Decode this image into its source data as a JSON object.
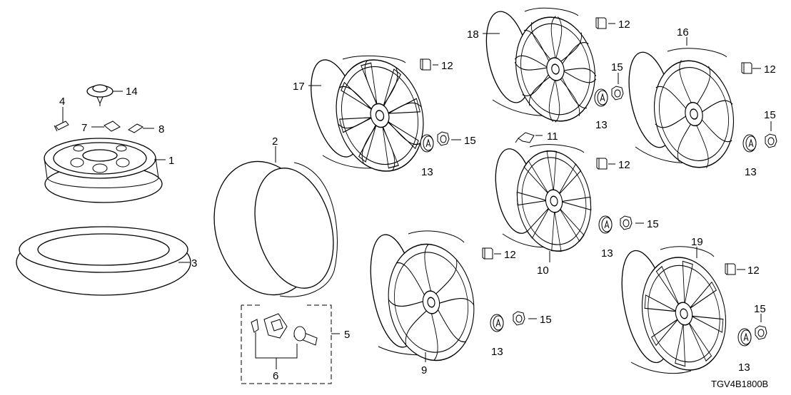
{
  "diagram_code": "TGV4B1800B",
  "callouts": {
    "c1": "1",
    "c2": "2",
    "c3": "3",
    "c4": "4",
    "c5": "5",
    "c6": "6",
    "c7": "7",
    "c8": "8",
    "c9": "9",
    "c10": "10",
    "c11": "11",
    "c12": "12",
    "c13": "13",
    "c14": "14",
    "c15": "15",
    "c16": "16",
    "c17": "17",
    "c18": "18",
    "c19": "19"
  }
}
